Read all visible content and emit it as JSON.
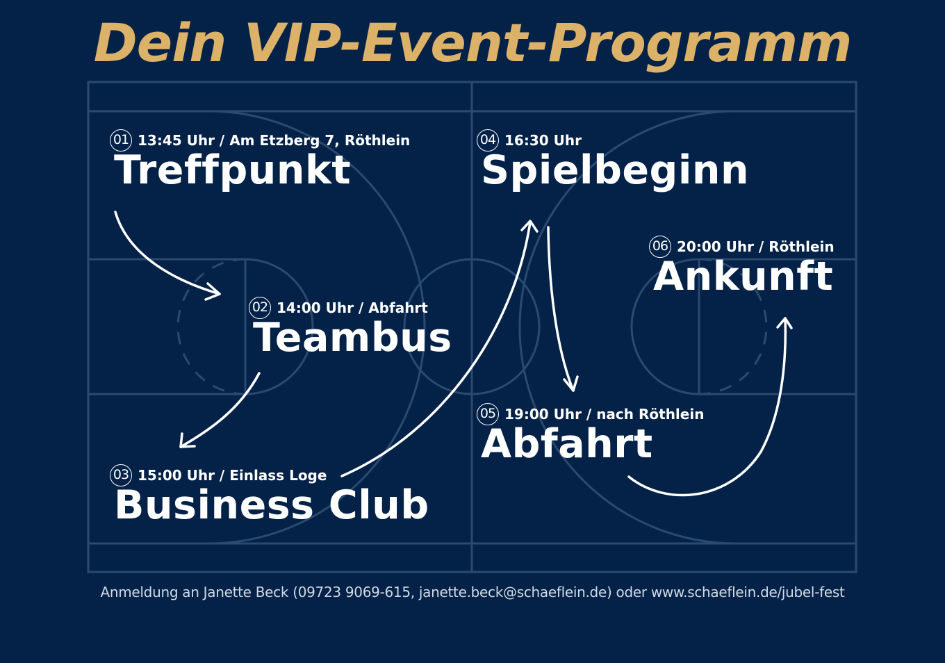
{
  "title": "Dein VIP-Event-Programm",
  "steps": [
    {
      "number": "01",
      "info": "13:45 Uhr / Am Etzberg 7, Röthlein",
      "name": "Treffpunkt"
    },
    {
      "number": "02",
      "info": "14:00 Uhr / Abfahrt",
      "name": "Teambus"
    },
    {
      "number": "03",
      "info": "15:00 Uhr / Einlass Loge",
      "name": "Business Club"
    },
    {
      "number": "04",
      "info": "16:30 Uhr",
      "name": "Spielbeginn"
    },
    {
      "number": "05",
      "info": "19:00 Uhr / nach Röthlein",
      "name": "Abfahrt"
    },
    {
      "number": "06",
      "info": "20:00 Uhr / Röthlein",
      "name": "Ankunft"
    }
  ],
  "footer": "Anmeldung an Janette Beck (09723 9069-615, janette.beck@schaeflein.de) oder www.schaeflein.de/jubel-fest",
  "colors": {
    "background": "#042247",
    "title": "#dcb268",
    "court_lines": "#2a4a72",
    "text": "#ffffff"
  }
}
